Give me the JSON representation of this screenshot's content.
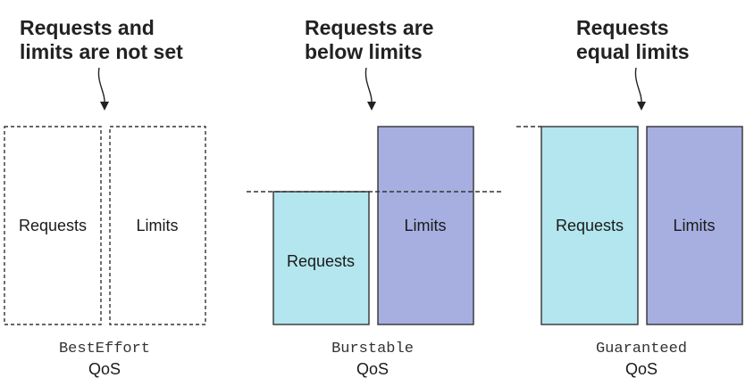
{
  "colors": {
    "requests_fill": "#b3e6ee",
    "limits_fill": "#a6afe0"
  },
  "best_effort": {
    "heading_line1": "Requests and",
    "heading_line2": "limits are not set",
    "requests_label": "Requests",
    "limits_label": "Limits",
    "class_name": "BestEffort",
    "qos_label": "QoS"
  },
  "burstable": {
    "heading_line1": "Requests are",
    "heading_line2": "below limits",
    "requests_label": "Requests",
    "limits_label": "Limits",
    "class_name": "Burstable",
    "qos_label": "QoS"
  },
  "guaranteed": {
    "heading_line1": "Requests",
    "heading_line2": "equal limits",
    "requests_label": "Requests",
    "limits_label": "Limits",
    "class_name": "Guaranteed",
    "qos_label": "QoS"
  }
}
